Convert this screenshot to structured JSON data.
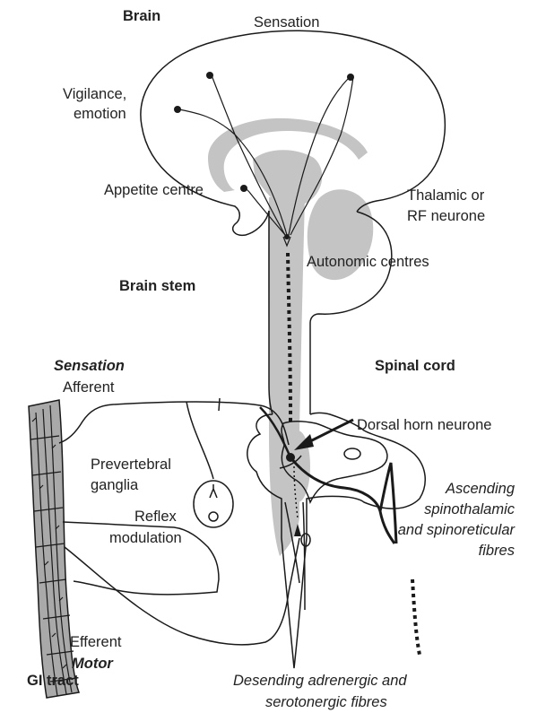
{
  "labels": {
    "brain": "Brain",
    "sensation_top": "Sensation",
    "vigilance_1": "Vigilance,",
    "vigilance_2": "emotion",
    "appetite": "Appetite centre",
    "thalamic_1": "Thalamic or",
    "thalamic_2": "RF neurone",
    "autonomic": "Autonomic centres",
    "brain_stem": "Brain stem",
    "sensation_side": "Sensation",
    "afferent": "Afferent",
    "spinal_cord": "Spinal cord",
    "dorsal_horn": "Dorsal horn neurone",
    "prevertebral_1": "Prevertebral",
    "prevertebral_2": "ganglia",
    "reflex_1": "Reflex",
    "reflex_2": "modulation",
    "ascending_1": "Ascending",
    "ascending_2": "spinothalamic",
    "ascending_3": "and spinoreticular",
    "ascending_4": "fibres",
    "efferent": "Efferent",
    "motor": "Motor",
    "gi_tract": "GI tract",
    "descending_1": "Desending adrenergic and",
    "descending_2": "serotonergic fibres"
  },
  "colors": {
    "line": "#1a1a1a",
    "grey_fill": "#c4c4c4",
    "gut_fill": "#a9a9a9"
  }
}
